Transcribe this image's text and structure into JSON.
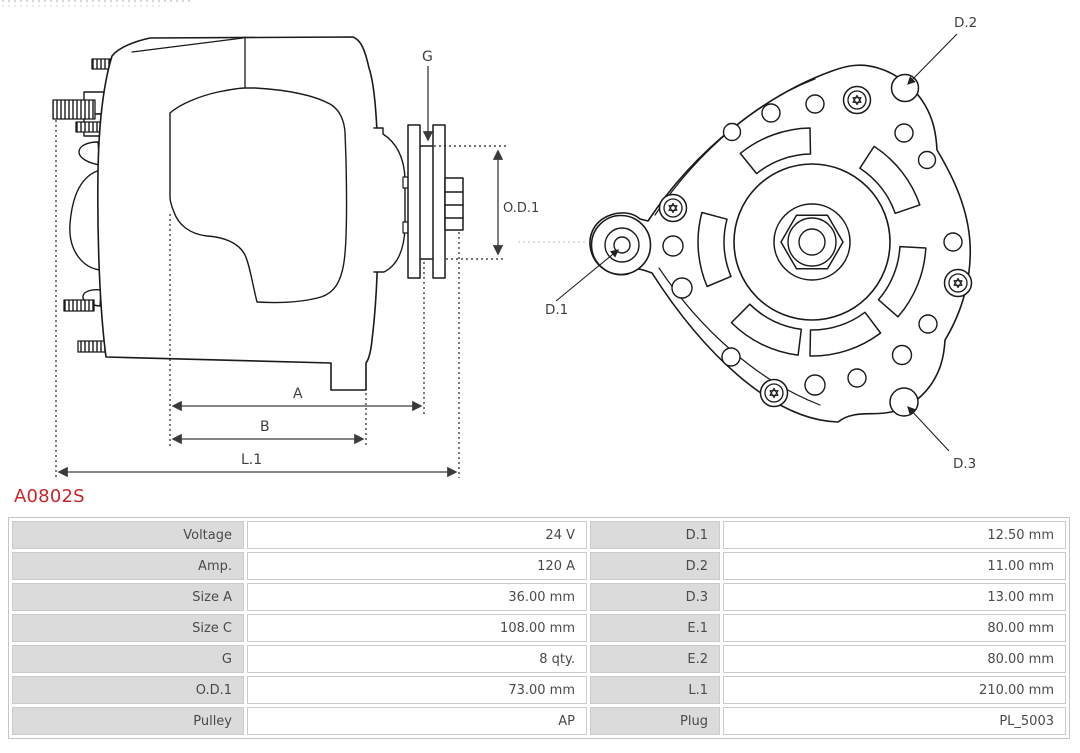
{
  "part_number": "A0802S",
  "colors": {
    "accent_red": "#c9252c",
    "line": "#1a1a1a",
    "dimension": "#3a3a3a",
    "table_label_bg": "#dbdbdb",
    "table_border": "#c6c6c6",
    "table_text": "#4a4a4a",
    "centerline": "#c9c9c9"
  },
  "diagrams": {
    "side_view": {
      "labels": {
        "g": "G",
        "od1": "O.D.1",
        "a": "A",
        "b": "B",
        "l1": "L.1"
      }
    },
    "rear_view": {
      "labels": {
        "d1": "D.1",
        "d2": "D.2",
        "d3": "D.3"
      }
    }
  },
  "spec_table": {
    "rows": [
      {
        "label_left": "Voltage",
        "value_left": "24 V",
        "label_right": "D.1",
        "value_right": "12.50 mm"
      },
      {
        "label_left": "Amp.",
        "value_left": "120 A",
        "label_right": "D.2",
        "value_right": "11.00 mm"
      },
      {
        "label_left": "Size A",
        "value_left": "36.00 mm",
        "label_right": "D.3",
        "value_right": "13.00 mm"
      },
      {
        "label_left": "Size C",
        "value_left": "108.00 mm",
        "label_right": "E.1",
        "value_right": "80.00 mm"
      },
      {
        "label_left": "G",
        "value_left": "8 qty.",
        "label_right": "E.2",
        "value_right": "80.00 mm"
      },
      {
        "label_left": "O.D.1",
        "value_left": "73.00 mm",
        "label_right": "L.1",
        "value_right": "210.00 mm"
      },
      {
        "label_left": "Pulley",
        "value_left": "AP",
        "label_right": "Plug",
        "value_right": "PL_5003"
      }
    ]
  }
}
